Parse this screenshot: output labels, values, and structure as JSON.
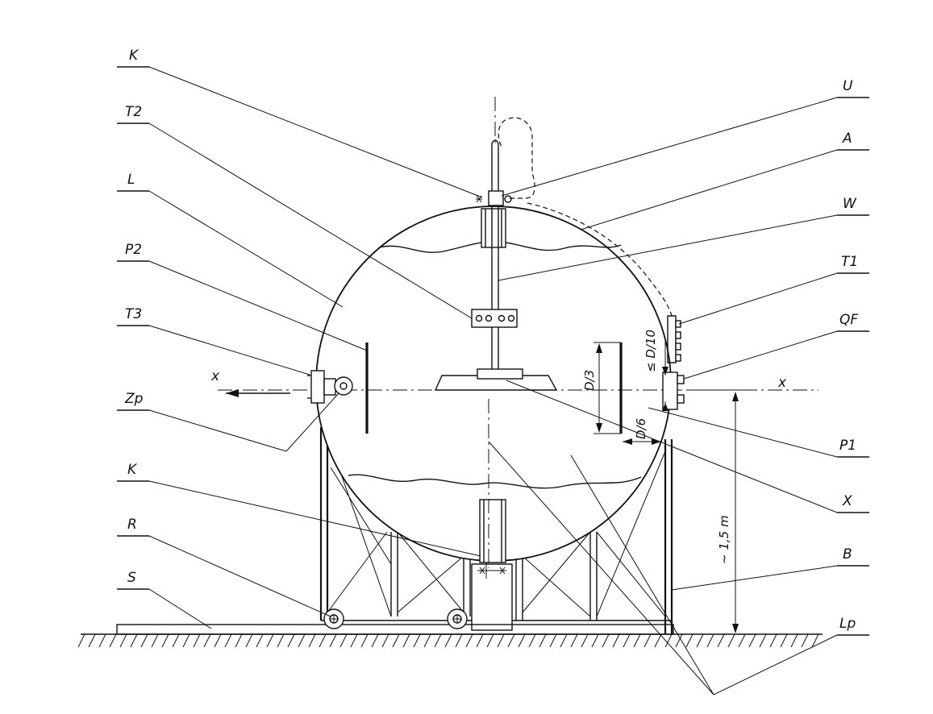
{
  "labels": {
    "K_top": "K",
    "T2": "T2",
    "L": "L",
    "P2": "P2",
    "T3": "T3",
    "Zp": "Zp",
    "K_bottom": "K",
    "R": "R",
    "S": "S",
    "U": "U",
    "A": "A",
    "W": "W",
    "T1": "T1",
    "QF": "QF",
    "P1": "P1",
    "X": "X",
    "B": "B",
    "Lp": "Lp"
  },
  "dimensions": {
    "d3": "D/3",
    "d10": "≤ D/10",
    "d6": "D/6",
    "height": "~ 1,5 m"
  },
  "axis": {
    "left": "x",
    "right": "x"
  }
}
